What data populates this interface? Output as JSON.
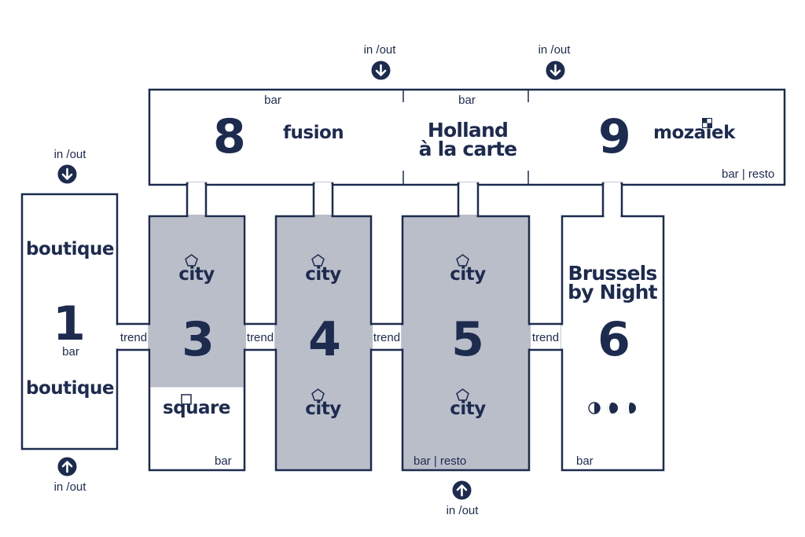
{
  "colors": {
    "navy": "#1d2b4f",
    "grey_room": "#babec9",
    "white": "#ffffff"
  },
  "icons": {
    "down": "arrow-down-circle-icon",
    "up": "arrow-up-circle-icon",
    "pentagon": "pentagon-icon",
    "square": "square-icon",
    "dots": "moon-dots-icon"
  },
  "access": {
    "entry_top_left": "in /out",
    "entry_top_right": "in /out",
    "entry_room1_top": "in /out",
    "entry_room1_bottom": "in /out",
    "entry_room5_bottom": "in /out"
  },
  "rooms": {
    "r1": {
      "number": "1",
      "brand_top": "boutique",
      "brand_bottom": "boutique",
      "tag": "bar"
    },
    "r3": {
      "number": "3",
      "brand_top": "city",
      "brand_bottom": "square",
      "tag": "bar"
    },
    "r4": {
      "number": "4",
      "brand_top": "city",
      "brand_bottom": "city"
    },
    "r5": {
      "number": "5",
      "brand_top": "city",
      "brand_bottom": "city",
      "tag": "bar | resto"
    },
    "r6": {
      "number": "6",
      "brand_line1": "Brussels",
      "brand_line2": "by Night",
      "tag": "bar"
    },
    "r8": {
      "number": "8",
      "brand": "fusion",
      "tag": "bar"
    },
    "holland": {
      "line1": "Holland",
      "line2": "à la carte",
      "tag": "bar"
    },
    "r9": {
      "number": "9",
      "brand": "mozaiek",
      "tag": "bar | resto"
    }
  },
  "connectors": {
    "c13": "trend",
    "c34": "trend",
    "c45": "trend",
    "c56": "trend"
  }
}
